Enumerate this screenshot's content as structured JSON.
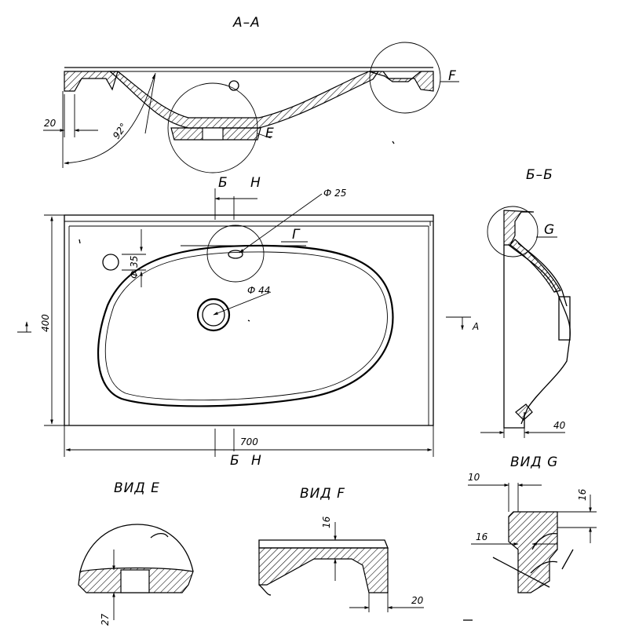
{
  "sections": {
    "aa_title": "А–А",
    "bb_title": "Б–Б",
    "view_e_title": "ВИД  Е",
    "view_f_title": "ВИД  F",
    "view_g_title": "ВИД  G"
  },
  "callouts": {
    "detail_f": "F",
    "detail_e": "E",
    "detail_g": "G",
    "detail_gamma": "Г",
    "cut_b_top": "Б",
    "cut_h_top": "Н",
    "cut_b_bottom": "Б",
    "cut_h_bottom": "Н",
    "cut_a": "A"
  },
  "dimensions": {
    "aa_offset": "20",
    "aa_angle": "92°",
    "hole_small": "Ф 25",
    "hole_left": "Ф 35",
    "drain": "Ф 44",
    "width": "400",
    "length": "700",
    "bb_depth": "40",
    "view_e_height": "27",
    "view_f_thickness": "16",
    "view_f_width": "20",
    "view_g_top": "10",
    "view_g_right": "16",
    "view_g_left": "16"
  }
}
